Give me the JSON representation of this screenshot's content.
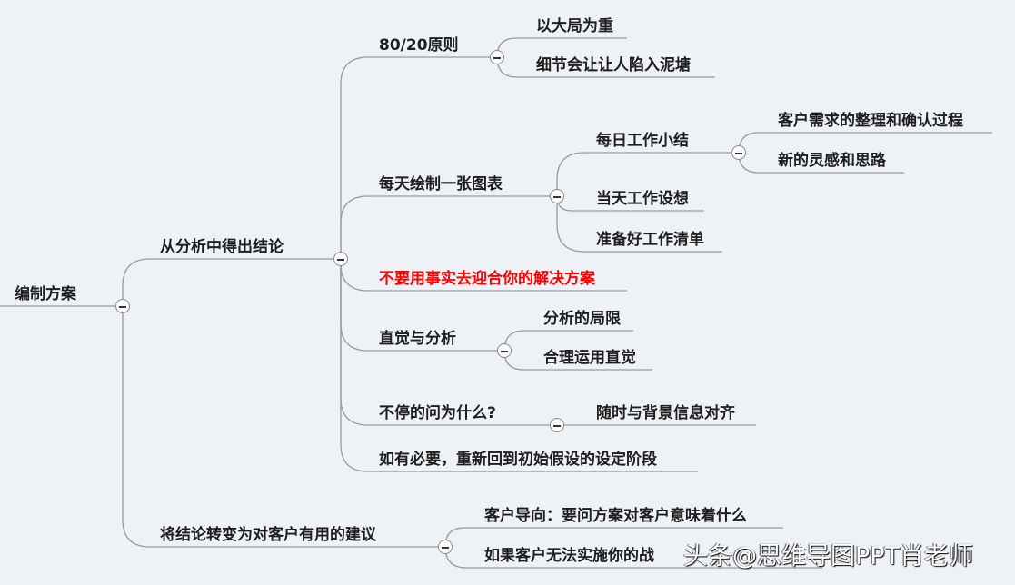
{
  "root": {
    "label": "编制方案"
  },
  "branch1": {
    "label": "从分析中得出结论",
    "children": {
      "rule8020": {
        "label": "80/20原则",
        "children": [
          "以大局为重",
          "细节会让让人陷入泥塘"
        ]
      },
      "daily_chart": {
        "label": "每天绘制一张图表",
        "daily_summary": {
          "label": "每日工作小结",
          "children": [
            "客户需求的整理和确认过程",
            "新的灵感和思路"
          ]
        },
        "others": [
          "当天工作设想",
          "准备好工作清单"
        ]
      },
      "warning": {
        "label": "不要用事实去迎合你的解决方案",
        "color": "#ff0000"
      },
      "intuition": {
        "label": "直觉与分析",
        "children": [
          "分析的局限",
          "合理运用直觉"
        ]
      },
      "why": {
        "label": "不停的问为什么?",
        "children": [
          "随时与背景信息对齐"
        ]
      },
      "revisit": {
        "label": "如有必要，重新回到初始假设的设定阶段"
      }
    }
  },
  "branch2": {
    "label": "将结论转变为对客户有用的建议",
    "children": [
      "客户导向：要问方案对客户意味着什么",
      "如果客户无法实施你的战"
    ]
  },
  "watermark": "头条@思维导图PPT肖老师"
}
